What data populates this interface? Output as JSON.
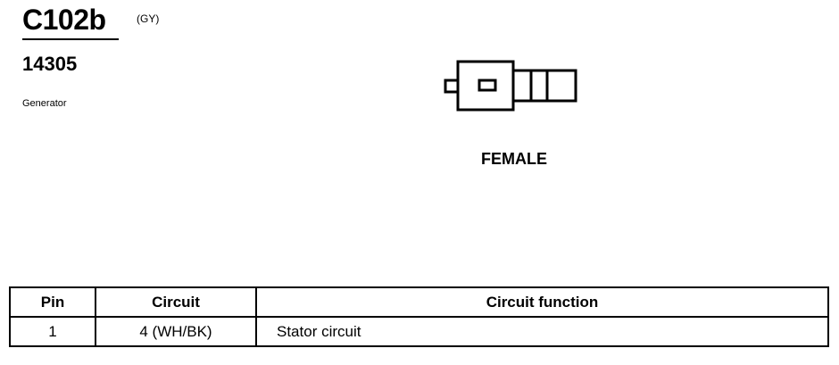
{
  "header": {
    "connector_id": "C102b",
    "color_code": "(GY)",
    "part_number": "14305",
    "component_name": "Generator"
  },
  "connector": {
    "gender": "FEMALE"
  },
  "pin_table": {
    "columns": [
      "Pin",
      "Circuit",
      "Circuit function"
    ],
    "rows": [
      {
        "pin": "1",
        "circuit": "4 (WH/BK)",
        "function": "Stator circuit"
      }
    ]
  }
}
